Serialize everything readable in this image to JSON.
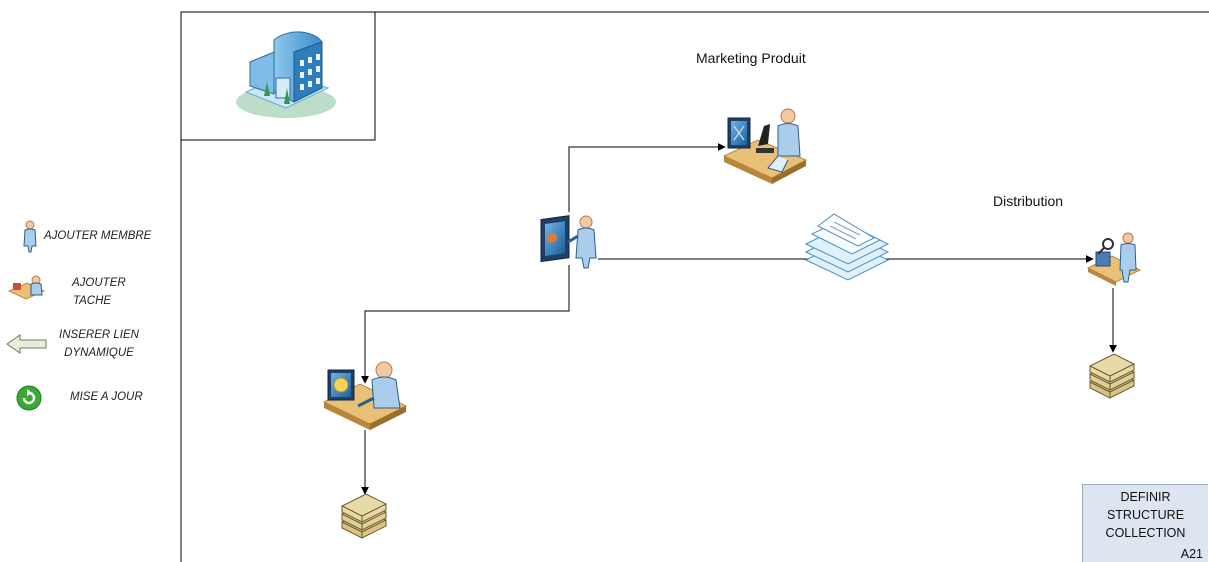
{
  "sidebar": {
    "items": [
      {
        "label": "AJOUTER MEMBRE",
        "icon": "person-icon"
      },
      {
        "label_lines": [
          "AJOUTER",
          "TACHE"
        ],
        "icon": "task-icon"
      },
      {
        "label_lines": [
          "INSERER LIEN",
          "DYNAMIQUE"
        ],
        "icon": "arrow-left-icon"
      },
      {
        "label": "MISE A JOUR",
        "icon": "refresh-icon"
      }
    ]
  },
  "diagram": {
    "labels": {
      "marketing": "Marketing Produit",
      "distribution": "Distribution"
    },
    "nodes": [
      {
        "id": "company",
        "icon": "office-building-icon"
      },
      {
        "id": "presenter",
        "icon": "presenter-board-icon"
      },
      {
        "id": "marketing",
        "icon": "lab-worker-icon"
      },
      {
        "id": "distribution",
        "icon": "distribution-worker-icon"
      },
      {
        "id": "designer",
        "icon": "desk-worker-icon"
      },
      {
        "id": "documents",
        "icon": "documents-stack-icon"
      },
      {
        "id": "books-1",
        "icon": "books-stack-icon"
      },
      {
        "id": "books-2",
        "icon": "books-stack-icon"
      }
    ]
  },
  "info_box": {
    "lines": [
      "DEFINIR",
      "STRUCTURE",
      "COLLECTION"
    ],
    "code": "A21",
    "background": "#dde5f0"
  },
  "colors": {
    "person_fill": "#a9cdea",
    "person_stroke": "#2c5f8a",
    "desk_top": "#e8c078",
    "desk_side": "#b8873c",
    "book_fill": "#d8c488",
    "building_blue": "#4b9fd6",
    "refresh_green": "#3aaa35"
  }
}
